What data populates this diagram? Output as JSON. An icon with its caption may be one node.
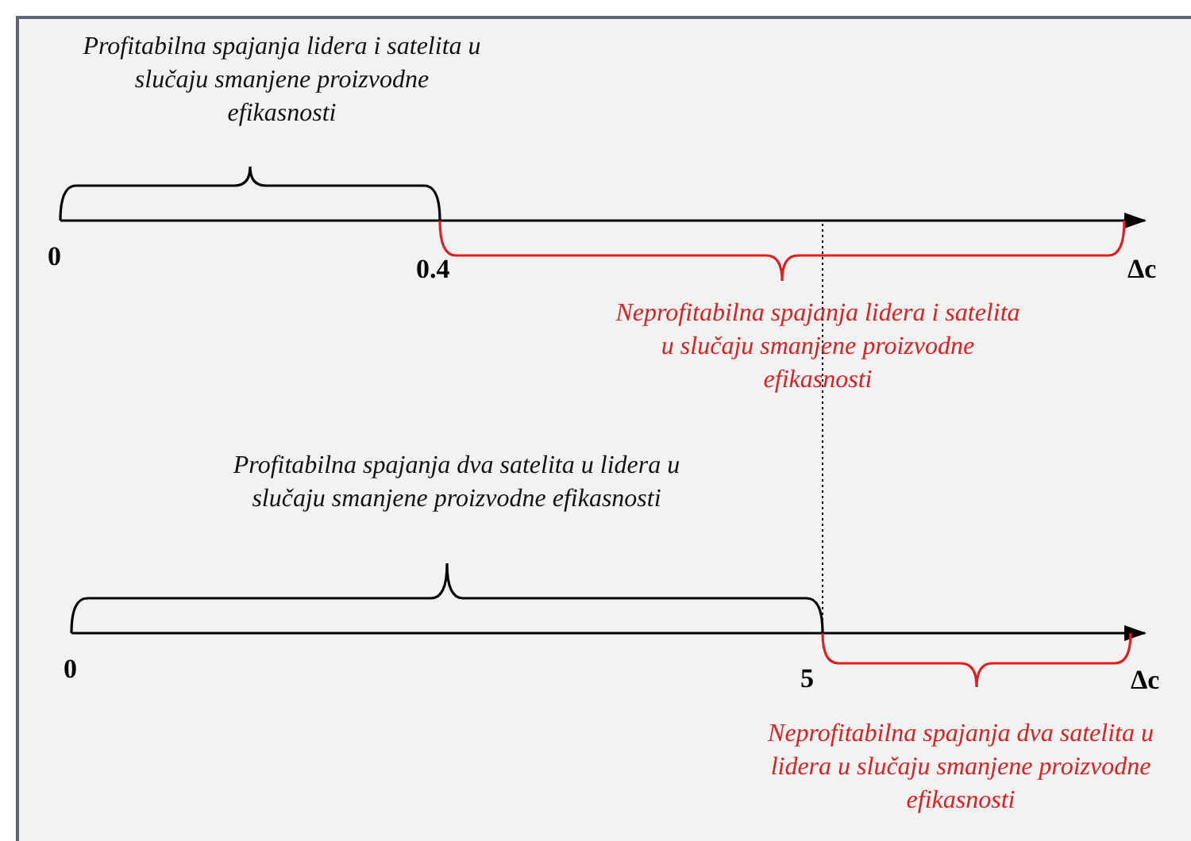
{
  "diagram": {
    "labels": [
      "Profitabilna spajanja lidera i satelita u slučaju smanjene proizvodne efikasnosti",
      "0",
      "0.4",
      "Δc",
      "Neprofitabilna spajanja lidera i satelita u slučaju smanjene proizvodne efikasnosti",
      "Profitabilna spajanja dva satelita u lidera u slučaju smanjene proizvodne efikasnosti",
      "0",
      "5",
      "Δc",
      "Neprofitabilna spajanja dva satelita u lidera u slučaju smanjene proizvodne efikasnosti"
    ]
  }
}
